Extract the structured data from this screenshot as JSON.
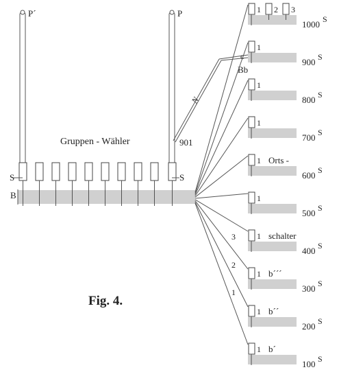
{
  "figure": {
    "caption": "Fig. 4.",
    "group_selector_label": "Gruppen - Wähler",
    "p_label_left": "P´",
    "p_label_right": "P",
    "s_label_left": "S",
    "s_label_right": "S",
    "b_label": "B",
    "contact_label": "901",
    "wiper_label": "N",
    "c_label": "c",
    "bb_label": "Bb",
    "fan_numbers": [
      "1",
      "2",
      "3"
    ]
  },
  "levels": [
    {
      "value": "1000",
      "unit": "S",
      "boxes": [
        "1",
        "2",
        "3"
      ],
      "note": ""
    },
    {
      "value": "900",
      "unit": "S",
      "boxes": [
        "1"
      ],
      "note": ""
    },
    {
      "value": "800",
      "unit": "S",
      "boxes": [
        "1"
      ],
      "note": ""
    },
    {
      "value": "700",
      "unit": "S",
      "boxes": [
        "1"
      ],
      "note": ""
    },
    {
      "value": "600",
      "unit": "S",
      "boxes": [
        "1"
      ],
      "note": "Orts -"
    },
    {
      "value": "500",
      "unit": "S",
      "boxes": [
        "1"
      ],
      "note": ""
    },
    {
      "value": "400",
      "unit": "S",
      "boxes": [
        "1"
      ],
      "note": "schalter"
    },
    {
      "value": "300",
      "unit": "S",
      "boxes": [
        "1"
      ],
      "note": "b´´´"
    },
    {
      "value": "200",
      "unit": "S",
      "boxes": [
        "1"
      ],
      "note": "b´´"
    },
    {
      "value": "100",
      "unit": "S",
      "boxes": [
        "1"
      ],
      "note": "b´"
    }
  ]
}
